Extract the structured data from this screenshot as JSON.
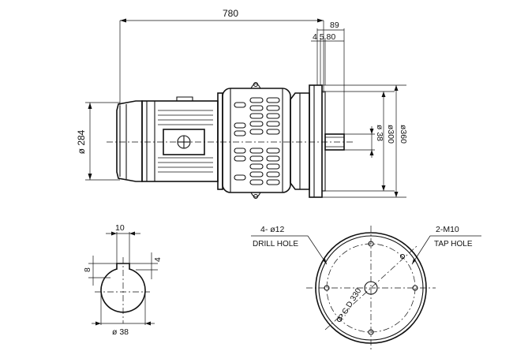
{
  "dimensions": {
    "overall_length": "780",
    "flange_total": "89",
    "flange_parts": "4 5 80",
    "height_dia": "ø 284",
    "shaft_dia": "ø 38",
    "pilot_dia": "ø300",
    "flange_dia": "ø360",
    "key_width": "10",
    "key_depth": "4",
    "key_height": "8",
    "shaft_end_dia": "ø 38",
    "pcd": "P.C.D 330"
  },
  "notes": {
    "drill_spec": "4- ø12",
    "drill_label": "DRILL HOLE",
    "tap_spec": "2-M10",
    "tap_label": "TAP HOLE"
  }
}
